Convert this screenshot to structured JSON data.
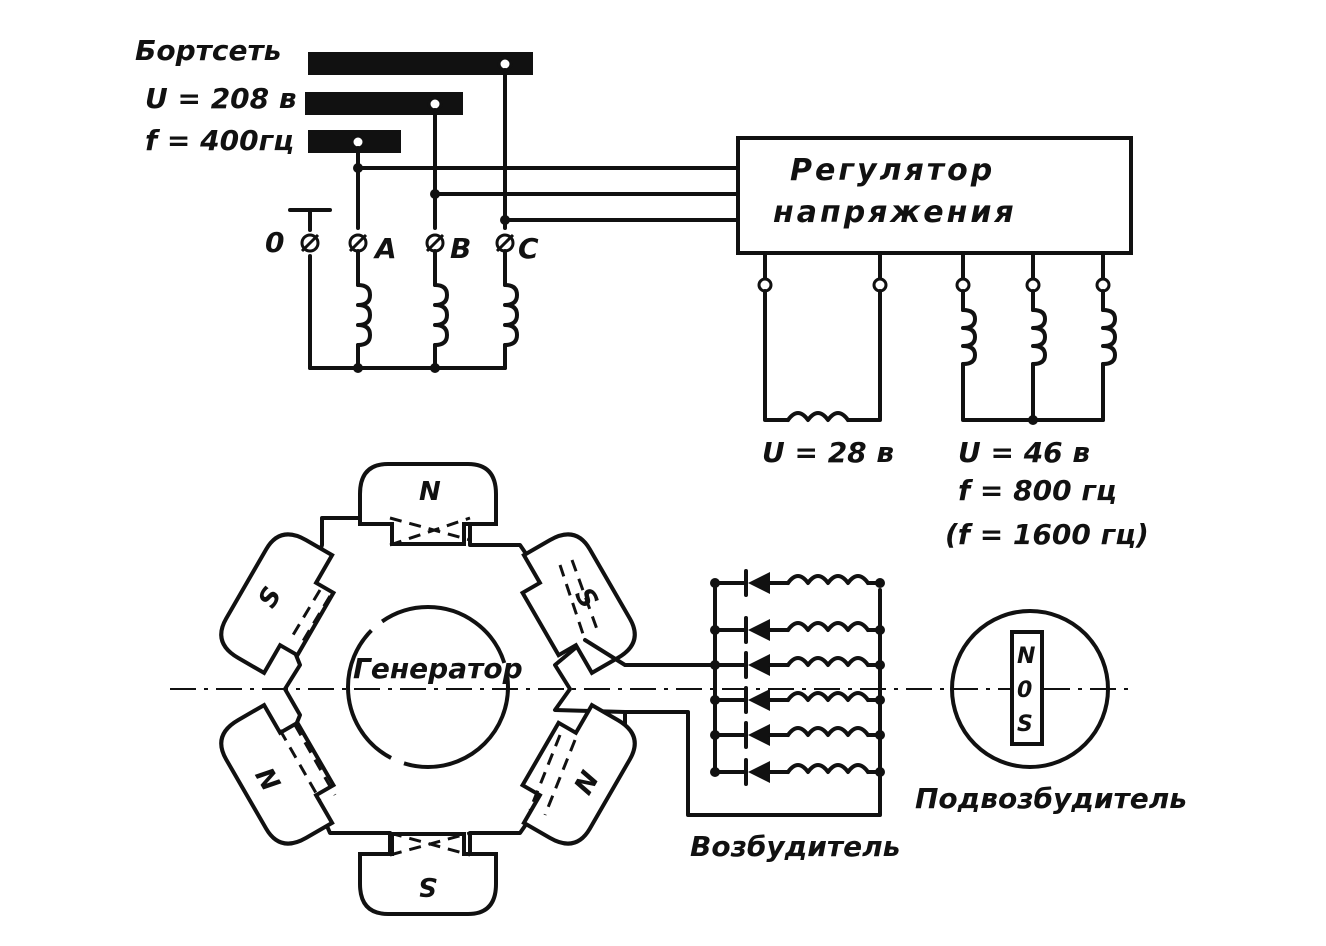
{
  "bus": {
    "name": "Бортсеть",
    "voltage": "U = 208 в",
    "frequency": "f = 400гц"
  },
  "terminals": {
    "neutral": "0",
    "a": "A",
    "b": "B",
    "c": "C"
  },
  "regulator": {
    "line1": "Регулятор",
    "line2": "напряжения"
  },
  "outputs": {
    "dc_voltage": "U = 28 в",
    "ac_voltage": "U = 46 в",
    "ac_frequency": "f = 800 гц",
    "ac_frequency_alt": "(f = 1600 гц)"
  },
  "generator": {
    "label": "Генератор",
    "poles": [
      "N",
      "S",
      "S",
      "N",
      "N",
      "S"
    ]
  },
  "exciter": {
    "label": "Возбудитель"
  },
  "pilot_exciter": {
    "label": "Подвозбудитель",
    "poles": [
      "N",
      "0",
      "S"
    ]
  }
}
